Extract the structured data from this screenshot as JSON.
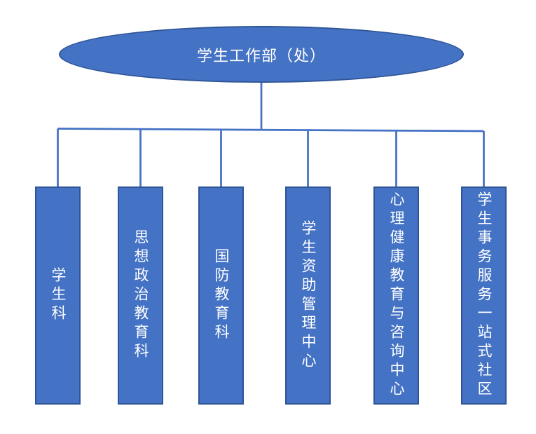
{
  "org_chart": {
    "root": {
      "label": "学生工作部（处）"
    },
    "departments": [
      {
        "label": "学生科"
      },
      {
        "label": "思想政治教育科"
      },
      {
        "label": "国防教育科"
      },
      {
        "label": "学生资助管理中心"
      },
      {
        "label": "心理健康教育与咨询中心"
      },
      {
        "label": "学生事务服务一站式社区"
      }
    ]
  },
  "colors": {
    "node_fill": "#4472C4",
    "node_border": "#2F5597",
    "connector": "#4472C4",
    "text_color": "#FFFFFF",
    "bg": "#FFFFFF"
  }
}
